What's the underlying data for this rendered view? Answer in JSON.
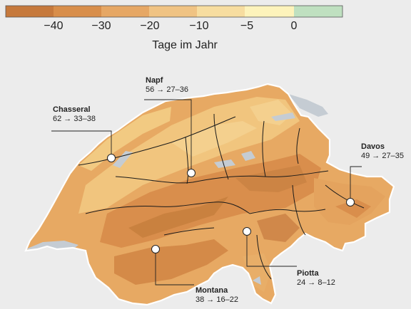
{
  "legend": {
    "colors": [
      "#c6793c",
      "#d88e4a",
      "#e6a764",
      "#f0c383",
      "#f7dda0",
      "#fdf3bb",
      "#bfe0c0"
    ],
    "ticks": [
      "−40",
      "−30",
      "−20",
      "−10",
      "−5",
      "0"
    ],
    "title": "Tage im Jahr"
  },
  "map": {
    "terrain_colors": {
      "low": "#e5a35e",
      "mid": "#edbd72",
      "high": "#f3cf89",
      "alpine": "#c98548",
      "lake": "#c5ccd3",
      "border": "#ffffff"
    }
  },
  "stations": [
    {
      "name": "Napf",
      "values": "56 → 27–36"
    },
    {
      "name": "Chasseral",
      "values": "62 → 33–38"
    },
    {
      "name": "Davos",
      "values": "49 → 27–35"
    },
    {
      "name": "Piotta",
      "values": "24 → 8–12"
    },
    {
      "name": "Montana",
      "values": "38 → 16–22"
    }
  ]
}
